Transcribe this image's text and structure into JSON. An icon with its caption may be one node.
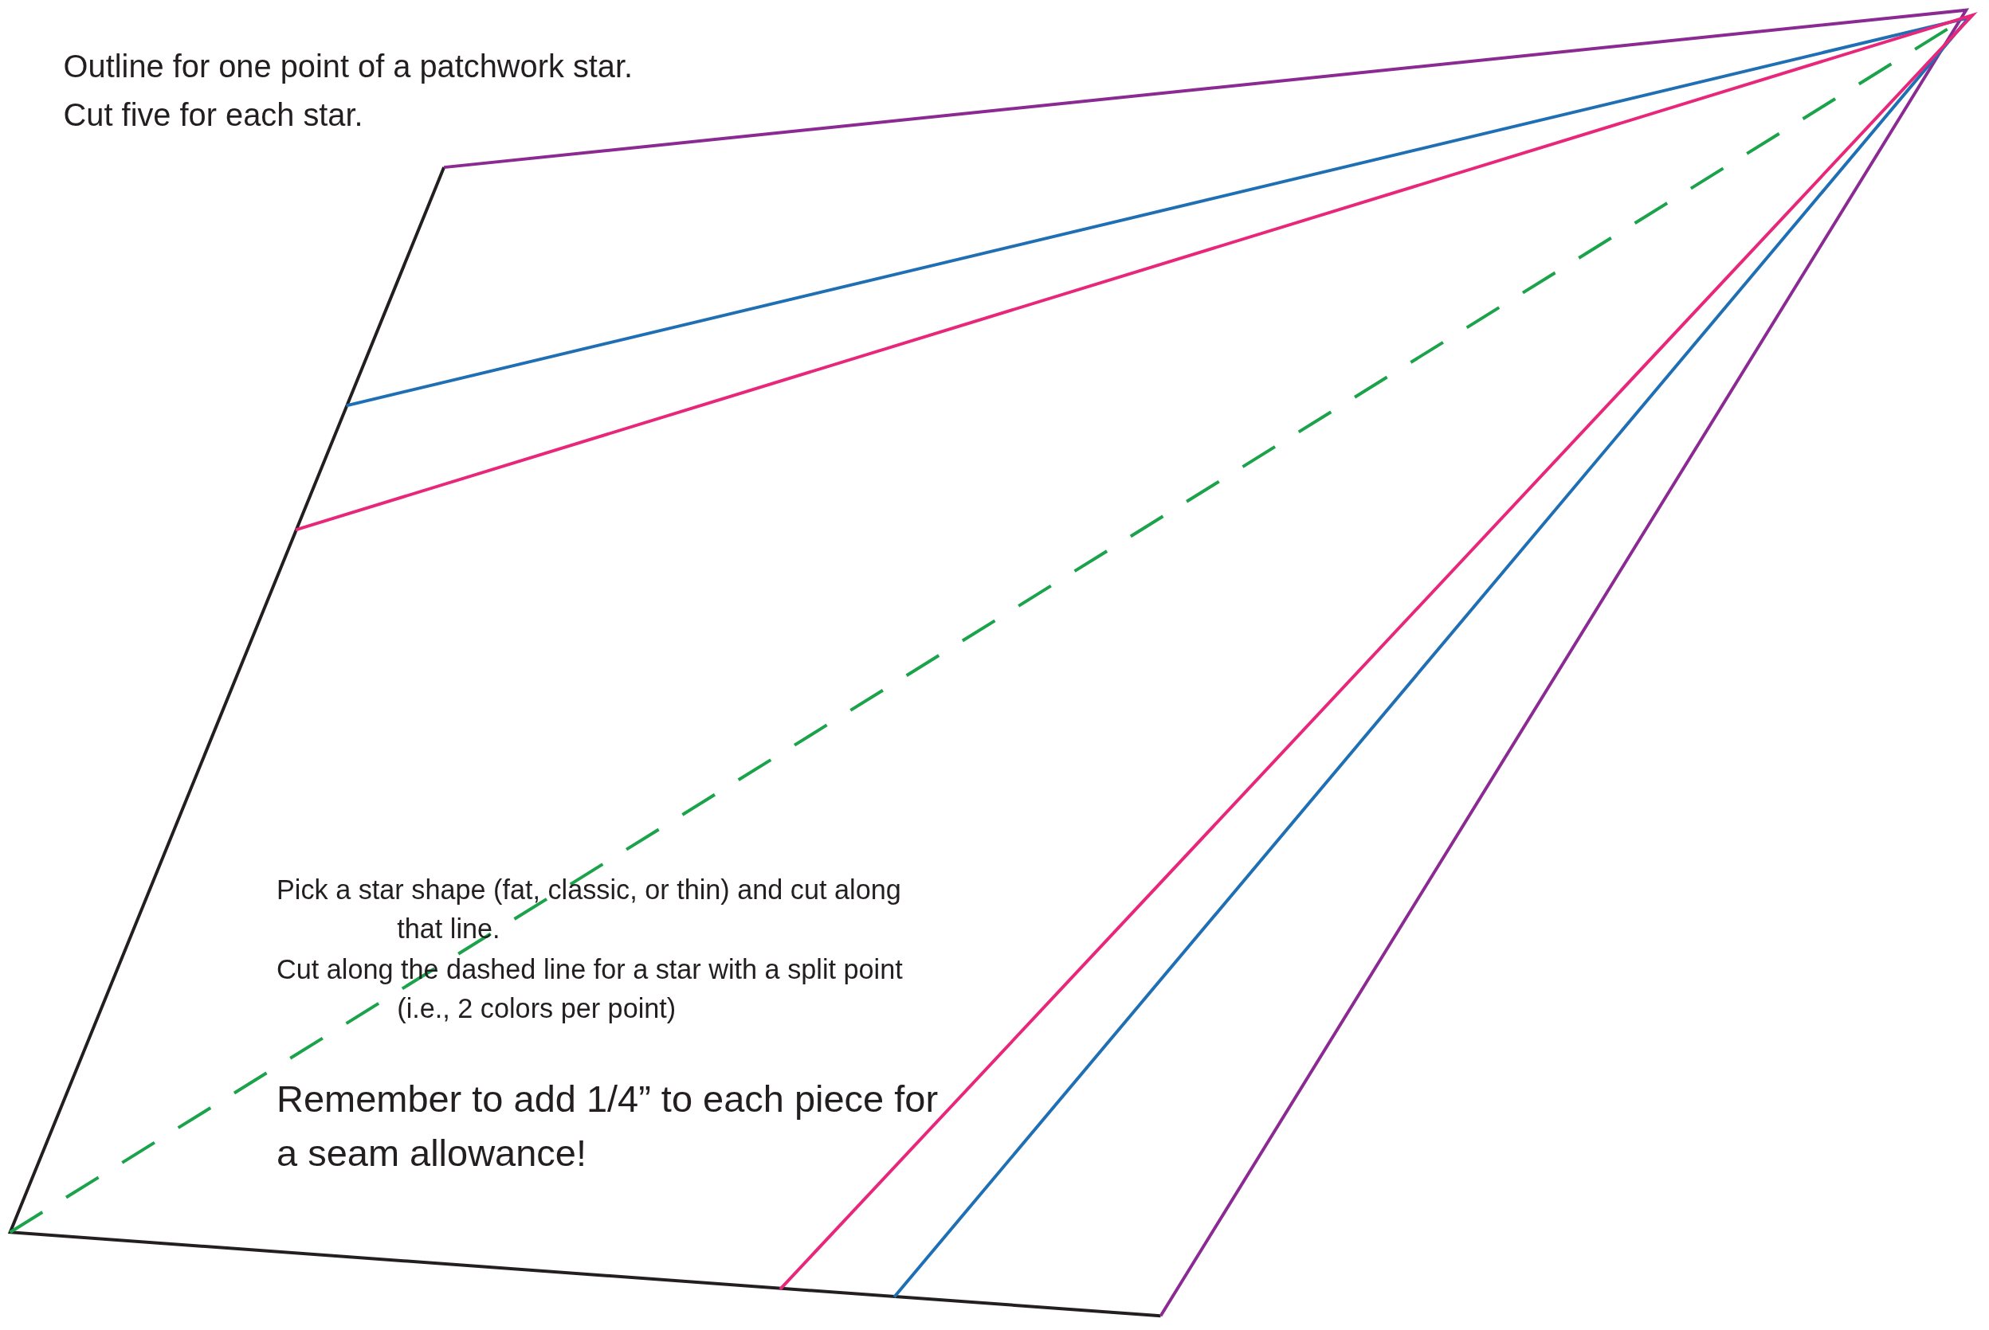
{
  "diagram": {
    "labels": [
      "Outline for one point of a patchwork star.",
      "Cut five for each star.",
      "Pick a star shape (fat, classic, or thin) and cut along that line.",
      "Cut along the dashed line for a star with a split point (i.e., 2 colors per point)",
      "Remember to add 1/4” to each piece for a seam allowance!"
    ]
  }
}
